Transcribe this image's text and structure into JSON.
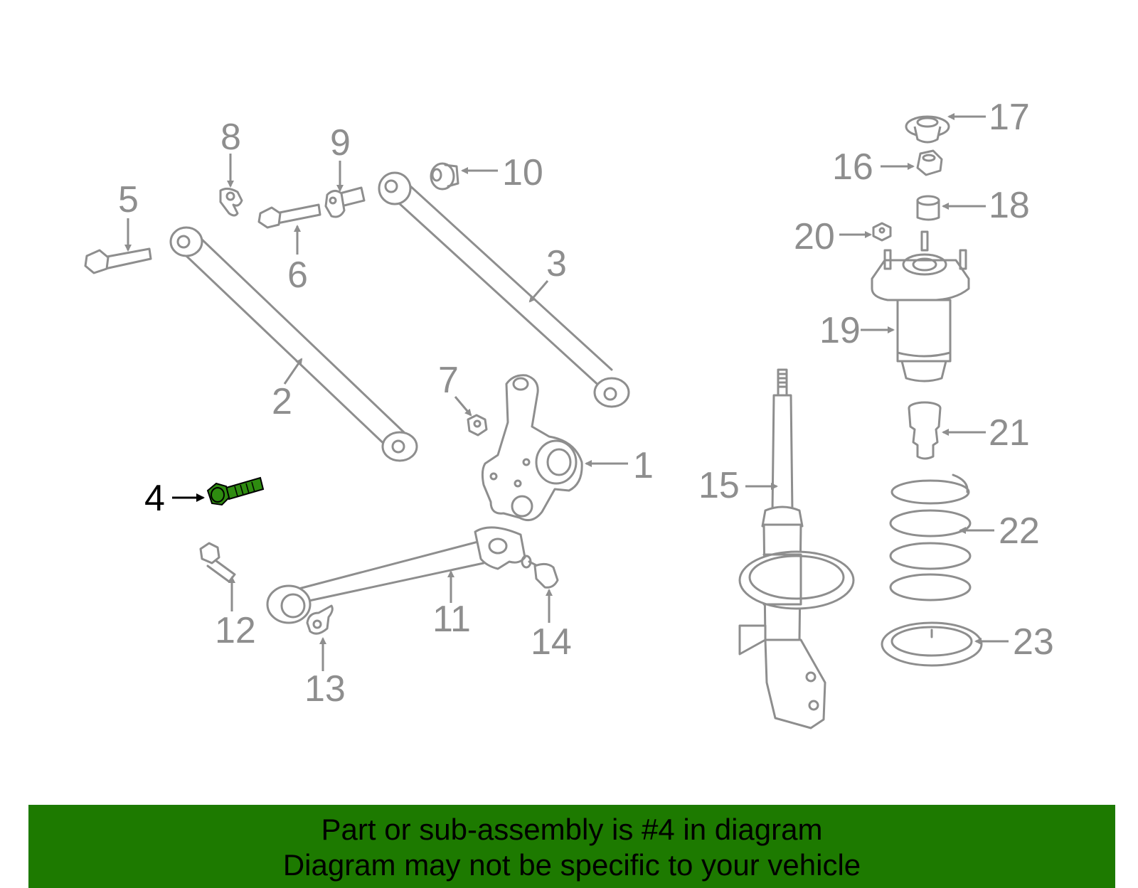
{
  "highlight_color": "#2e8b10",
  "banner": {
    "color": "#1d7a00",
    "line1": "Part or sub-assembly is #4 in diagram",
    "line2": "Diagram may not be specific to your vehicle"
  },
  "callouts": [
    "1",
    "2",
    "3",
    "4",
    "5",
    "6",
    "7",
    "8",
    "9",
    "10",
    "11",
    "12",
    "13",
    "14",
    "15",
    "16",
    "17",
    "18",
    "19",
    "20",
    "21",
    "22",
    "23"
  ],
  "highlighted_callout": "4"
}
